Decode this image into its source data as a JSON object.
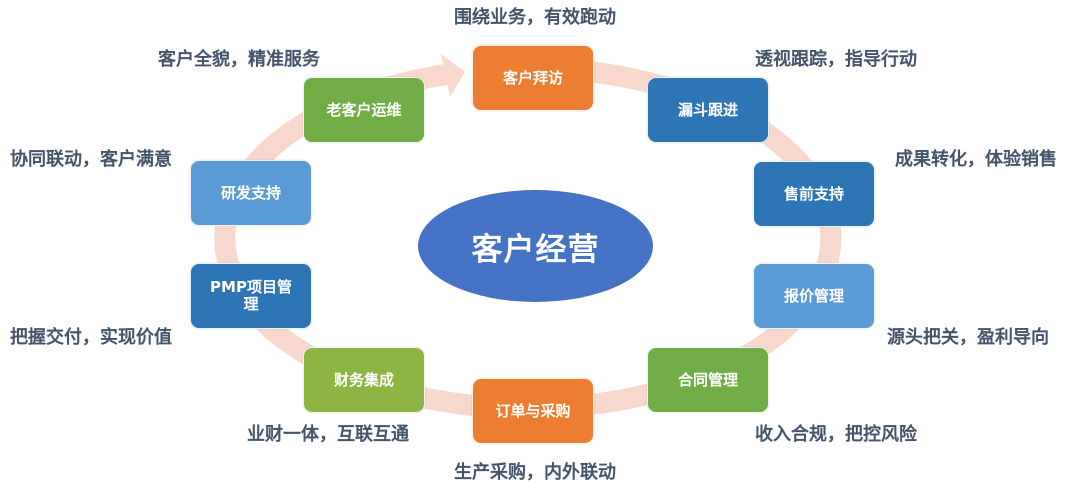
{
  "center": {
    "label": "客户经营",
    "color": "#4472C4"
  },
  "ring": {
    "color": "#F8D7CD",
    "direction": "clockwise"
  },
  "nodes": [
    {
      "id": "visit",
      "label": "客户拜访",
      "caption": "围绕业务，有效跑动",
      "color": "#ED7D31"
    },
    {
      "id": "funnel",
      "label": "漏斗跟进",
      "caption": "透视跟踪，指导行动",
      "color": "#2E75B6"
    },
    {
      "id": "presales",
      "label": "售前支持",
      "caption": "成果转化，体验销售",
      "color": "#2E75B6"
    },
    {
      "id": "quote",
      "label": "报价管理",
      "caption": "源头把关，盈利导向",
      "color": "#5B9BD5"
    },
    {
      "id": "contract",
      "label": "合同管理",
      "caption": "收入合规，把控风险",
      "color": "#70AD47"
    },
    {
      "id": "order",
      "label": "订单与采购",
      "caption": "生产采购，内外联动",
      "color": "#ED7D31"
    },
    {
      "id": "finance",
      "label": "财务集成",
      "caption": "业财一体，互联互通",
      "color": "#8DB544"
    },
    {
      "id": "pmp",
      "label": "PMP项目管理",
      "caption": "把握交付，实现价值",
      "color": "#2E75B6"
    },
    {
      "id": "rnd",
      "label": "研发支持",
      "caption": "协同联动，客户满意",
      "color": "#5B9BD5"
    },
    {
      "id": "retention",
      "label": "老客户运维",
      "caption": "客户全貌，精准服务",
      "color": "#70AD47"
    }
  ]
}
